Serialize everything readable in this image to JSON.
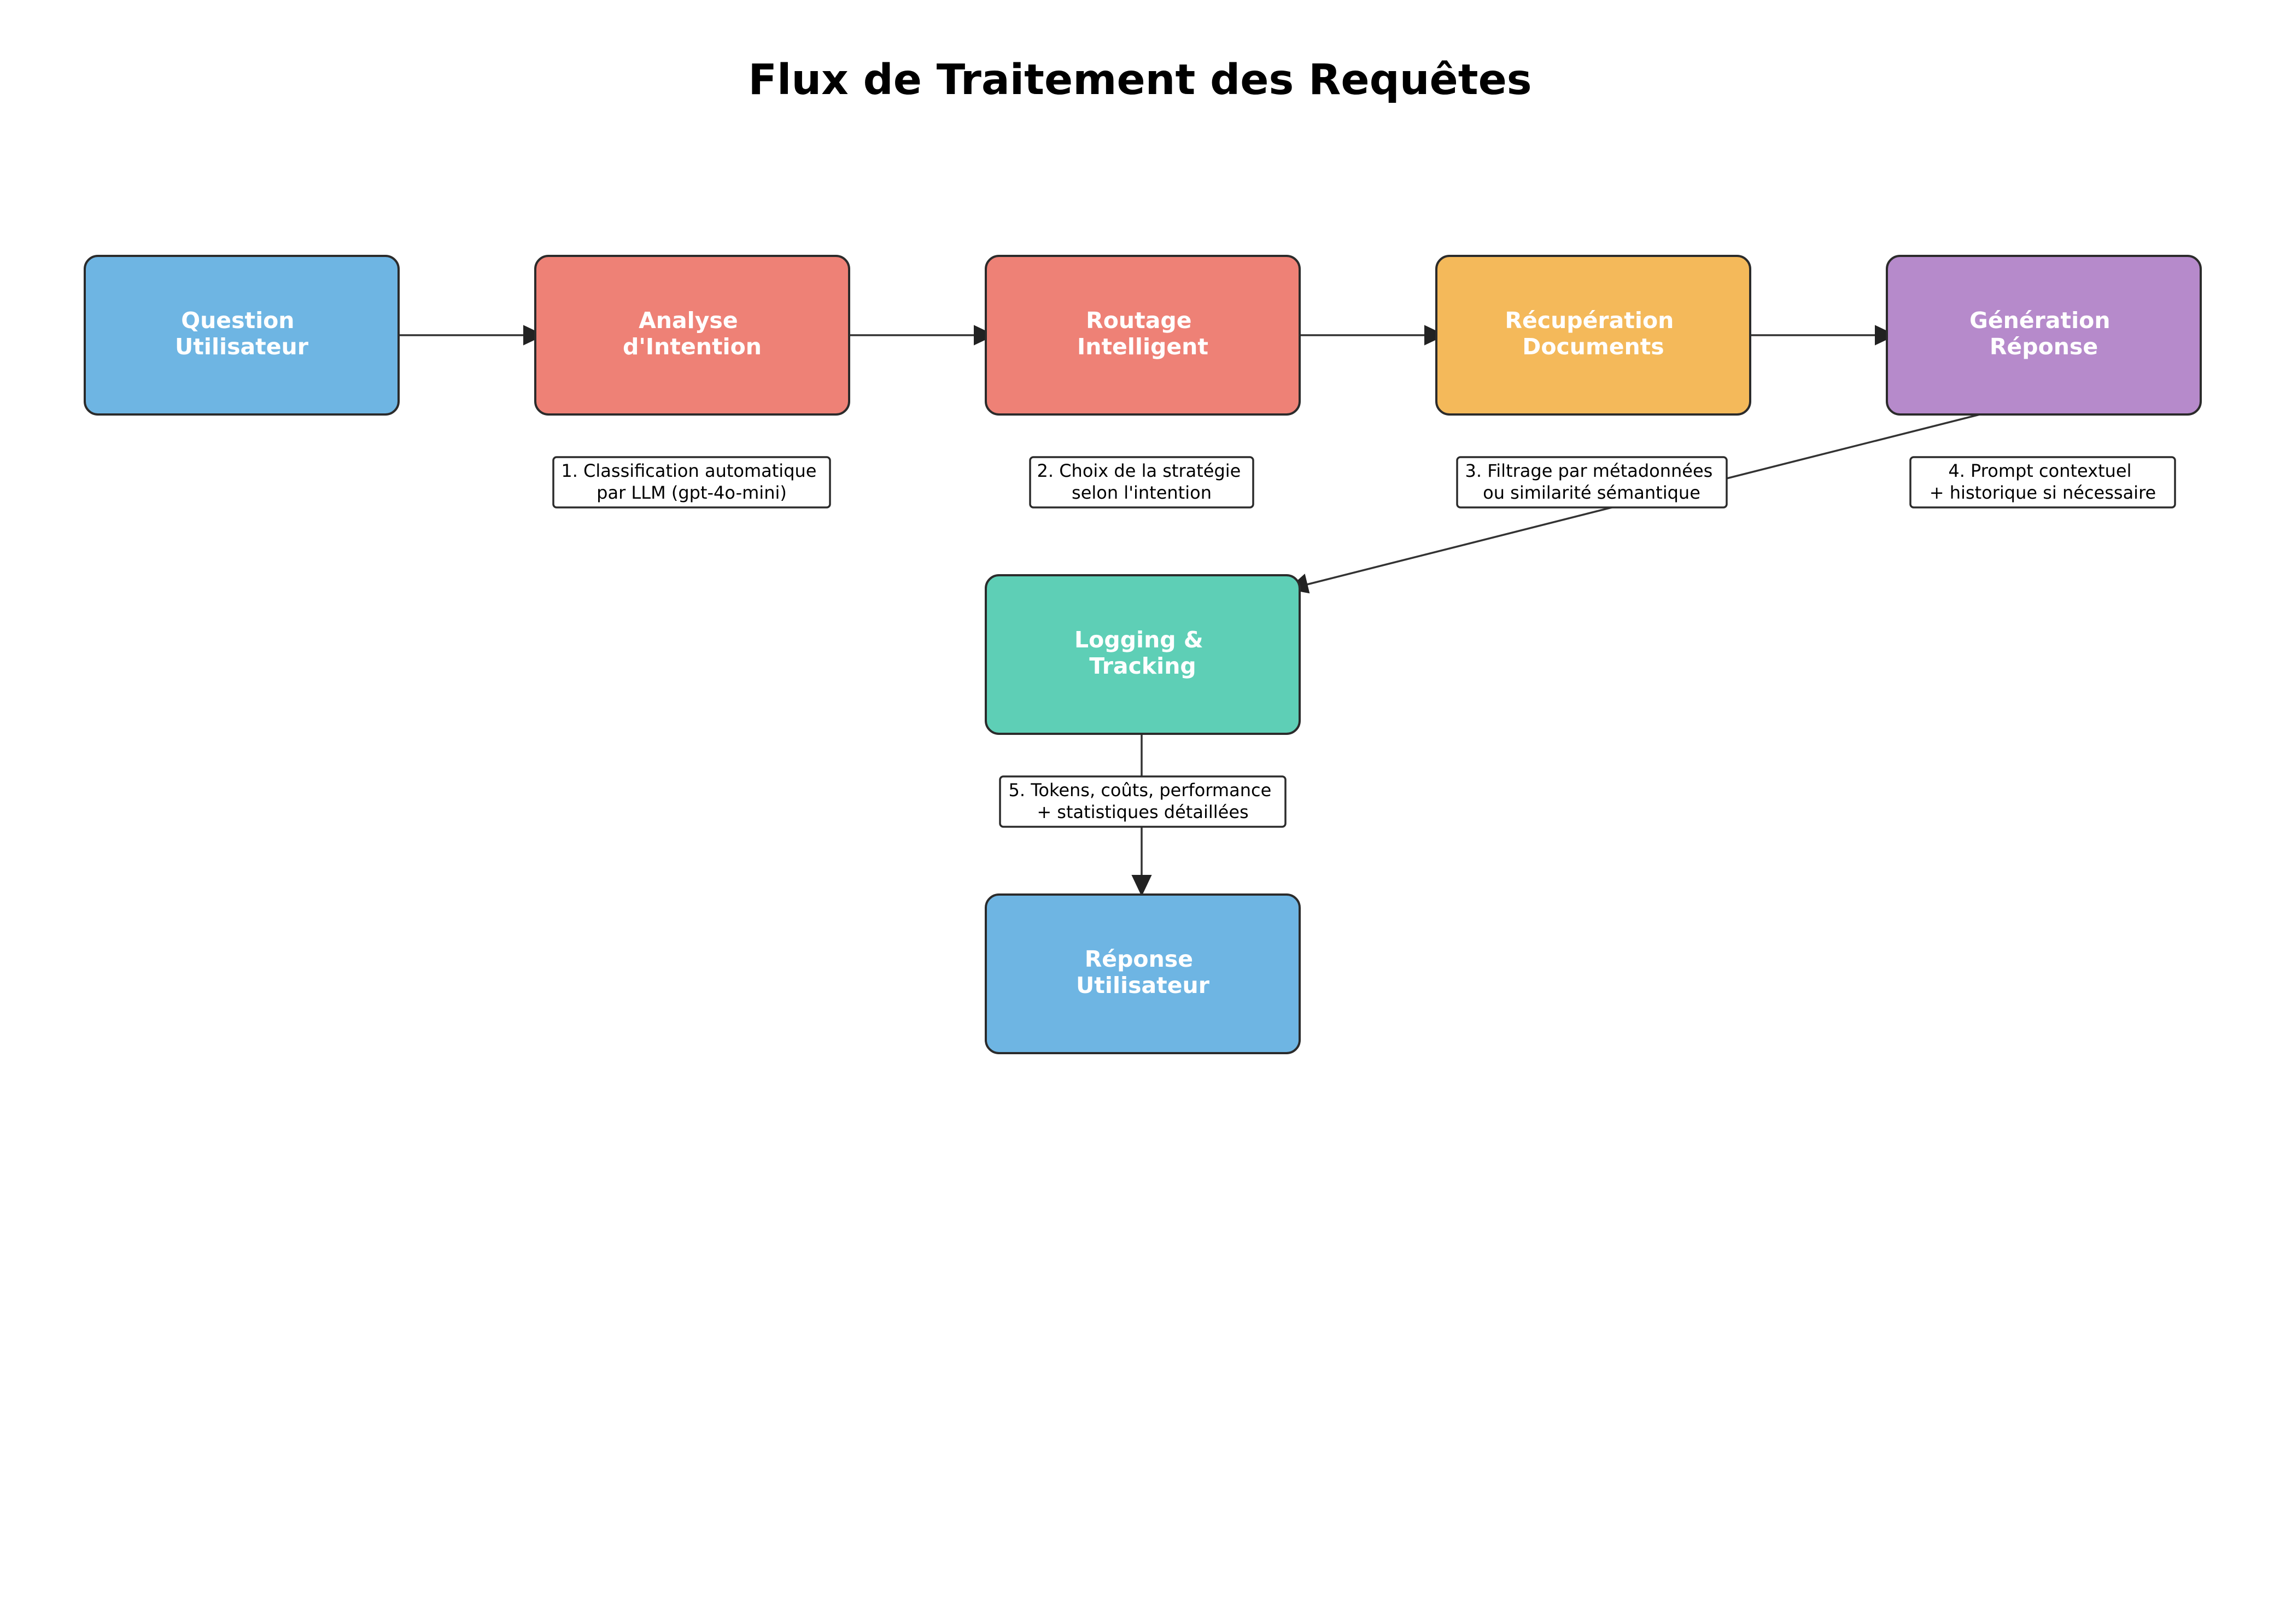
{
  "title": "Flux de Traitement des Requêtes",
  "nodes": {
    "question": {
      "lines": [
        "Question",
        "Utilisateur"
      ],
      "color": "#6EB5E3"
    },
    "intention": {
      "lines": [
        "Analyse",
        "d'Intention"
      ],
      "color": "#EE8176"
    },
    "routage": {
      "lines": [
        "Routage",
        "Intelligent"
      ],
      "color": "#EE8176"
    },
    "recuperation": {
      "lines": [
        "Récupération",
        "Documents"
      ],
      "color": "#F4B95A"
    },
    "generation": {
      "lines": [
        "Génération",
        "Réponse"
      ],
      "color": "#B68ACB"
    },
    "logging": {
      "lines": [
        "Logging &",
        "Tracking"
      ],
      "color": "#5ECFB6"
    },
    "reponse": {
      "lines": [
        "Réponse",
        "Utilisateur"
      ],
      "color": "#6EB5E3"
    }
  },
  "notes": {
    "note1": {
      "lines": [
        "1. Classification automatique",
        "par LLM (gpt-4o-mini)"
      ]
    },
    "note2": {
      "lines": [
        "2. Choix de la stratégie",
        "selon l'intention"
      ]
    },
    "note3": {
      "lines": [
        "3. Filtrage par métadonnées",
        "ou similarité sémantique"
      ]
    },
    "note4": {
      "lines": [
        "4. Prompt contextuel",
        "+ historique si nécessaire"
      ]
    },
    "note5": {
      "lines": [
        "5. Tokens, coûts, performance",
        "+ statistiques détaillées"
      ]
    }
  },
  "edges": [
    {
      "from": "question",
      "to": "intention"
    },
    {
      "from": "intention",
      "to": "routage"
    },
    {
      "from": "routage",
      "to": "recuperation"
    },
    {
      "from": "recuperation",
      "to": "generation"
    },
    {
      "from": "generation",
      "to": "logging"
    },
    {
      "from": "logging",
      "to": "reponse"
    }
  ]
}
